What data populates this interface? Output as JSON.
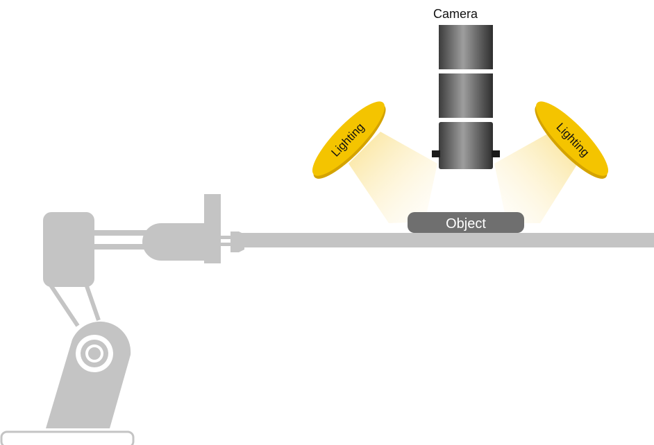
{
  "labels": {
    "camera": "Camera",
    "object": "Object",
    "lighting_left": "Lighting",
    "lighting_right": "Lighting"
  },
  "colors": {
    "robot": "#c4c4c4",
    "light_ring": "#f4c400",
    "light_ring_edge": "#d4a300",
    "object_fill": "#6f6f6f",
    "camera_dark": "#3a3a3a",
    "camera_light": "#9a9a9a"
  }
}
